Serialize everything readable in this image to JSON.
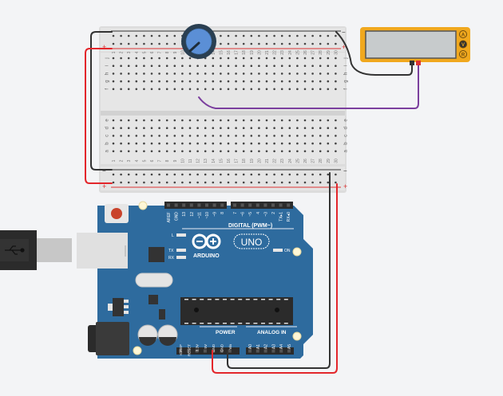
{
  "workspace": {
    "background": "#f3f4f6"
  },
  "breadboard": {
    "rail_minus_label": "−",
    "rail_plus_label": "+",
    "columns": [
      "1",
      "2",
      "3",
      "4",
      "5",
      "6",
      "7",
      "8",
      "9",
      "10",
      "11",
      "12",
      "13",
      "14",
      "15",
      "16",
      "17",
      "18",
      "19",
      "20",
      "21",
      "22",
      "23",
      "24",
      "25",
      "26",
      "27",
      "28",
      "29",
      "30"
    ],
    "rows_top": [
      "j",
      "i",
      "h",
      "g",
      "f"
    ],
    "rows_bottom": [
      "e",
      "d",
      "c",
      "b",
      "a"
    ]
  },
  "potentiometer": {
    "name": "potentiometer",
    "color": "#5b8fd6"
  },
  "multimeter": {
    "modes": [
      "A",
      "V",
      "R"
    ],
    "selected_mode": "V",
    "body_color": "#f0a81e",
    "display_value": ""
  },
  "arduino": {
    "brand": "ARDUINO",
    "model": "UNO",
    "digital_header_label": "DIGITAL (PWM~)",
    "digital_pins_left": [
      "AREF",
      "GND",
      "13",
      "12",
      "~11",
      "~10",
      "~9",
      "8"
    ],
    "digital_pins_right": [
      "7",
      "~6",
      "~5",
      "4",
      "~3",
      "2",
      "TX▸1",
      "RX◂0"
    ],
    "led_labels": {
      "l": "L",
      "tx": "TX",
      "rx": "RX",
      "on": "ON"
    },
    "power_header_label": "POWER",
    "power_pins": [
      "IOREF",
      "RESET",
      "3.3V",
      "5V",
      "GND",
      "GND",
      "Vin"
    ],
    "analog_header_label": "ANALOG IN",
    "analog_pins": [
      "A0",
      "A1",
      "A2",
      "A3",
      "A4",
      "A5"
    ],
    "board_color": "#2e6b9e"
  },
  "wires": {
    "red": "#e3262b",
    "black": "#333333",
    "purple": "#7b3f9e"
  }
}
